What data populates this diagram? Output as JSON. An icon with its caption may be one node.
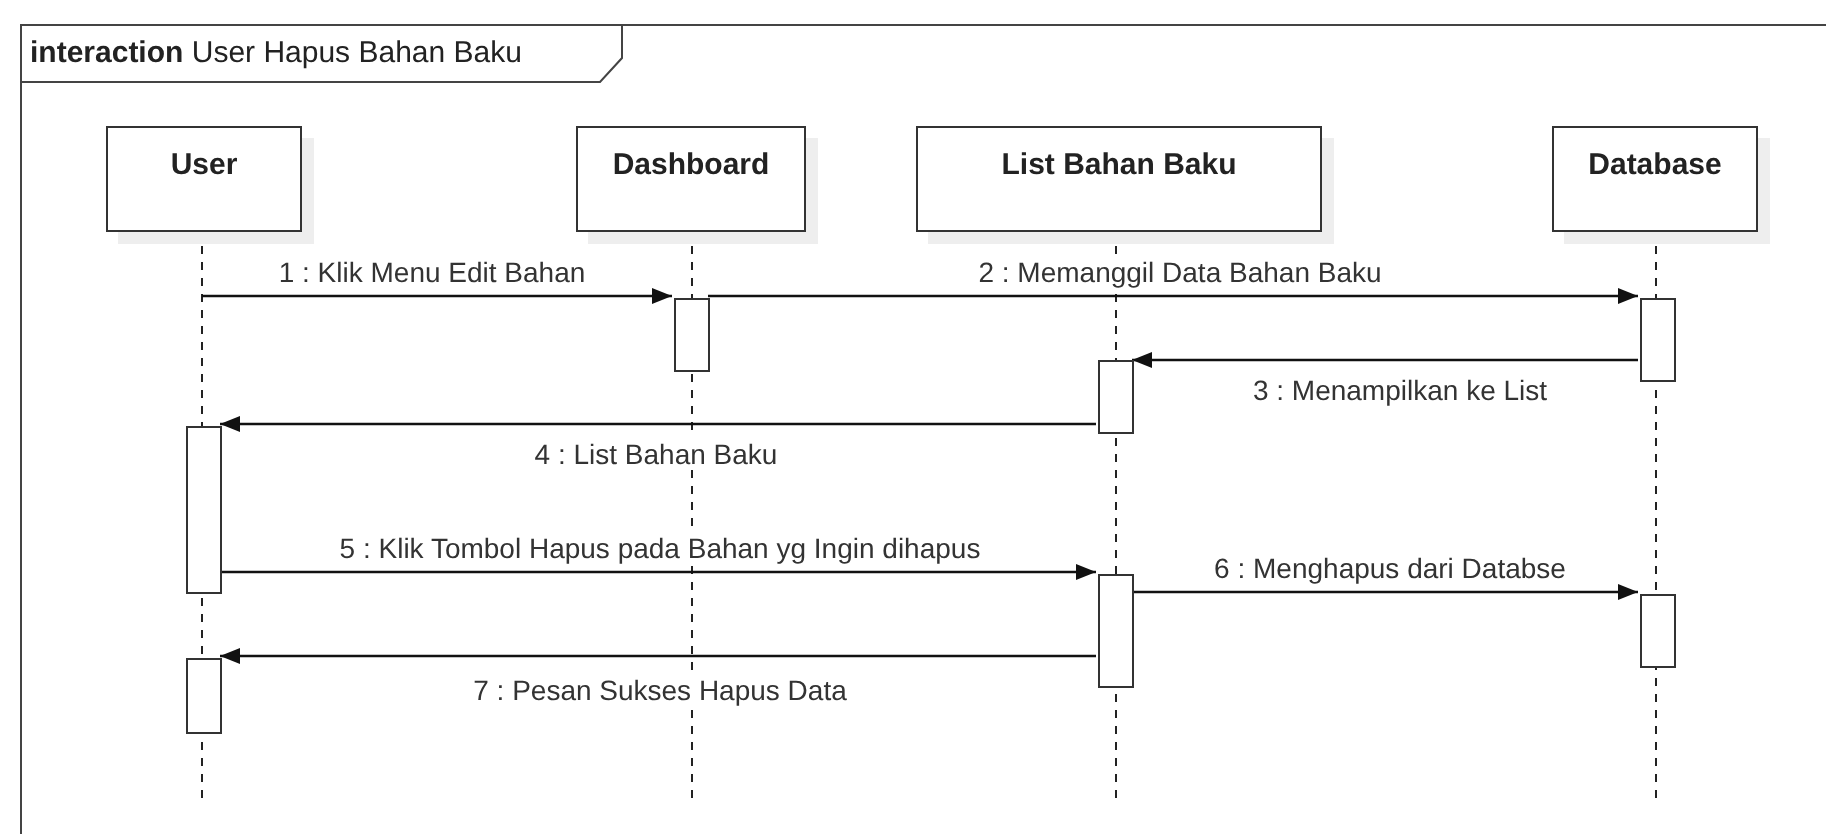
{
  "diagram": {
    "nodes": [
      {
        "text": [
          "**interaction** User Hapus Bahan Baku"
        ]
      },
      {
        "text": [
          "User"
        ],
        "in": 0
      },
      {
        "text": [
          "Dashboard"
        ],
        "in": 0
      },
      {
        "text": [
          "List Bahan Baku"
        ],
        "in": 0
      },
      {
        "text": [
          "Database"
        ],
        "in": 0
      },
      {
        "text": [],
        "shape": "bar",
        "in": 0
      },
      {
        "text": [],
        "shape": "bar",
        "in": 0
      },
      {
        "text": [],
        "shape": "bar",
        "in": 0
      },
      {
        "text": [],
        "shape": "bar",
        "in": 0
      },
      {
        "text": [],
        "shape": "bar",
        "in": 0
      },
      {
        "text": [],
        "shape": "bar",
        "in": 0
      },
      {
        "text": [],
        "shape": "bar",
        "in": 0
      }
    ],
    "edges": [
      {
        "from": null,
        "to": 5,
        "arrow": "to",
        "label": "1 : Klik Menu Edit Bahan"
      },
      {
        "from": 5,
        "to": 6,
        "arrow": "to",
        "label": "2 : Memanggil Data Bahan Baku"
      },
      {
        "from": 6,
        "to": 7,
        "arrow": "to",
        "label": "3 : Menampilkan ke List"
      },
      {
        "from": 7,
        "to": 8,
        "arrow": "to",
        "label": "4 : List Bahan Baku"
      },
      {
        "from": 8,
        "to": 9,
        "arrow": "to",
        "label": "5 : Klik Tombol Hapus pada Bahan yg Ingin dihapus"
      },
      {
        "from": 9,
        "to": 10,
        "arrow": "to",
        "label": "6 : Menghapus dari Databse"
      },
      {
        "from": 9,
        "to": 11,
        "arrow": "to",
        "label": "7 : Pesan Sukses Hapus Data"
      }
    ]
  }
}
